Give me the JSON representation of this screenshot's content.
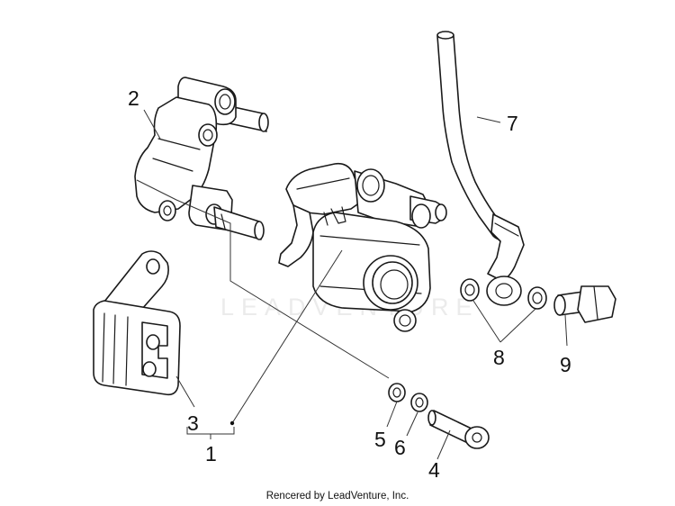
{
  "watermark": "LEADVENTURE",
  "footer": "Rencered by LeadVenture, Inc.",
  "callouts": {
    "c1": "1",
    "c2": "2",
    "c3": "3",
    "c4": "4",
    "c5": "5",
    "c6": "6",
    "c7": "7",
    "c8": "8",
    "c9": "9"
  },
  "colors": {
    "line": "#1a1a1a",
    "background": "#ffffff",
    "watermark": "#ebebeb"
  }
}
